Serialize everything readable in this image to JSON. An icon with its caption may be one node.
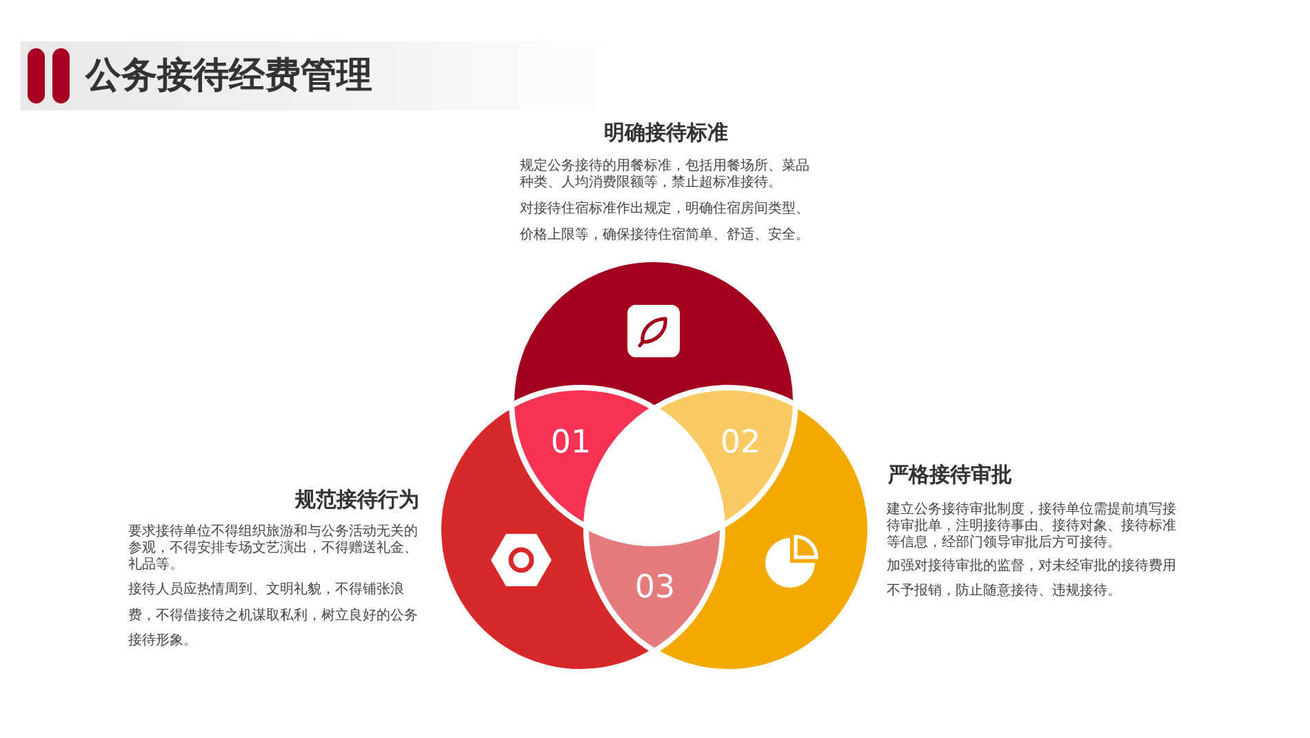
{
  "diagram": {
    "title": "公务接待经费管理",
    "nodes": [
      {
        "text": [],
        "shape": "circle",
        "beside": [
          "明确接待标准",
          "规定公务接待的用餐标准，包括用餐场所、菜品种类、人均消费限额等，禁止超标准接待。",
          "对接待住宿标准作出规定，明确住宿房间类型、价格上限等，确保接待住宿简单、舒适、安全。"
        ]
      },
      {
        "text": [],
        "shape": "circle",
        "beside": [
          "规范接待行为",
          "要求接待单位不得组织旅游和与公务活动无关的参观，不得安排专场文艺演出，不得赠送礼金、礼品等。",
          "接待人员应热情周到、文明礼貌，不得铺张浪费，不得借接待之机谋取私利，树立良好的公务接待形象。"
        ]
      },
      {
        "text": [],
        "shape": "circle",
        "beside": [
          "严格接待审批",
          "建立公务接待审批制度，接待单位需提前填写接待审批单，注明接待事由、接待对象、接待标准等信息，经部门领导审批后方可接待。",
          "加强对接待审批的监督，对未经审批的接待费用不予报销，防止随意接待、违规接待。"
        ]
      },
      {
        "text": [
          "01"
        ]
      },
      {
        "text": [
          "02"
        ]
      },
      {
        "text": [
          "03"
        ]
      }
    ]
  }
}
